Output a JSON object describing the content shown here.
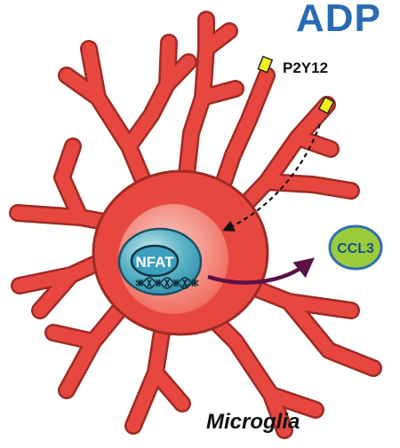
{
  "title": "ADP",
  "receptor_label": "P2Y12",
  "nucleus_factor": "NFAT",
  "output_label": "CCL3",
  "cell_label": "Microglia",
  "colors": {
    "title_blue": "#2a6ab4",
    "cell_fill": "#e8473f",
    "cell_outline": "#9d2b25",
    "nucleus_teal": "#2f8fa8",
    "receptor_yellow": "#f2ef1a",
    "ccl3_fill": "#9ccc3c",
    "ccl3_stroke": "#2e6fb3",
    "arrow_purple": "#5a1147"
  },
  "icons": [
    "dna-icon",
    "p2y12-receptor-icon",
    "signal-arrow-icon"
  ]
}
